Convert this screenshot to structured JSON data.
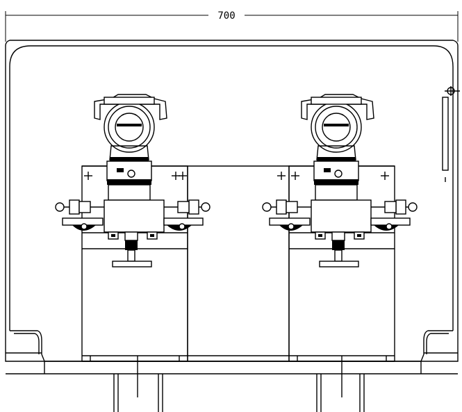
{
  "dimension": {
    "width_label": "700"
  },
  "components": [
    {
      "id": "transmitter-left"
    },
    {
      "id": "transmitter-right"
    }
  ]
}
